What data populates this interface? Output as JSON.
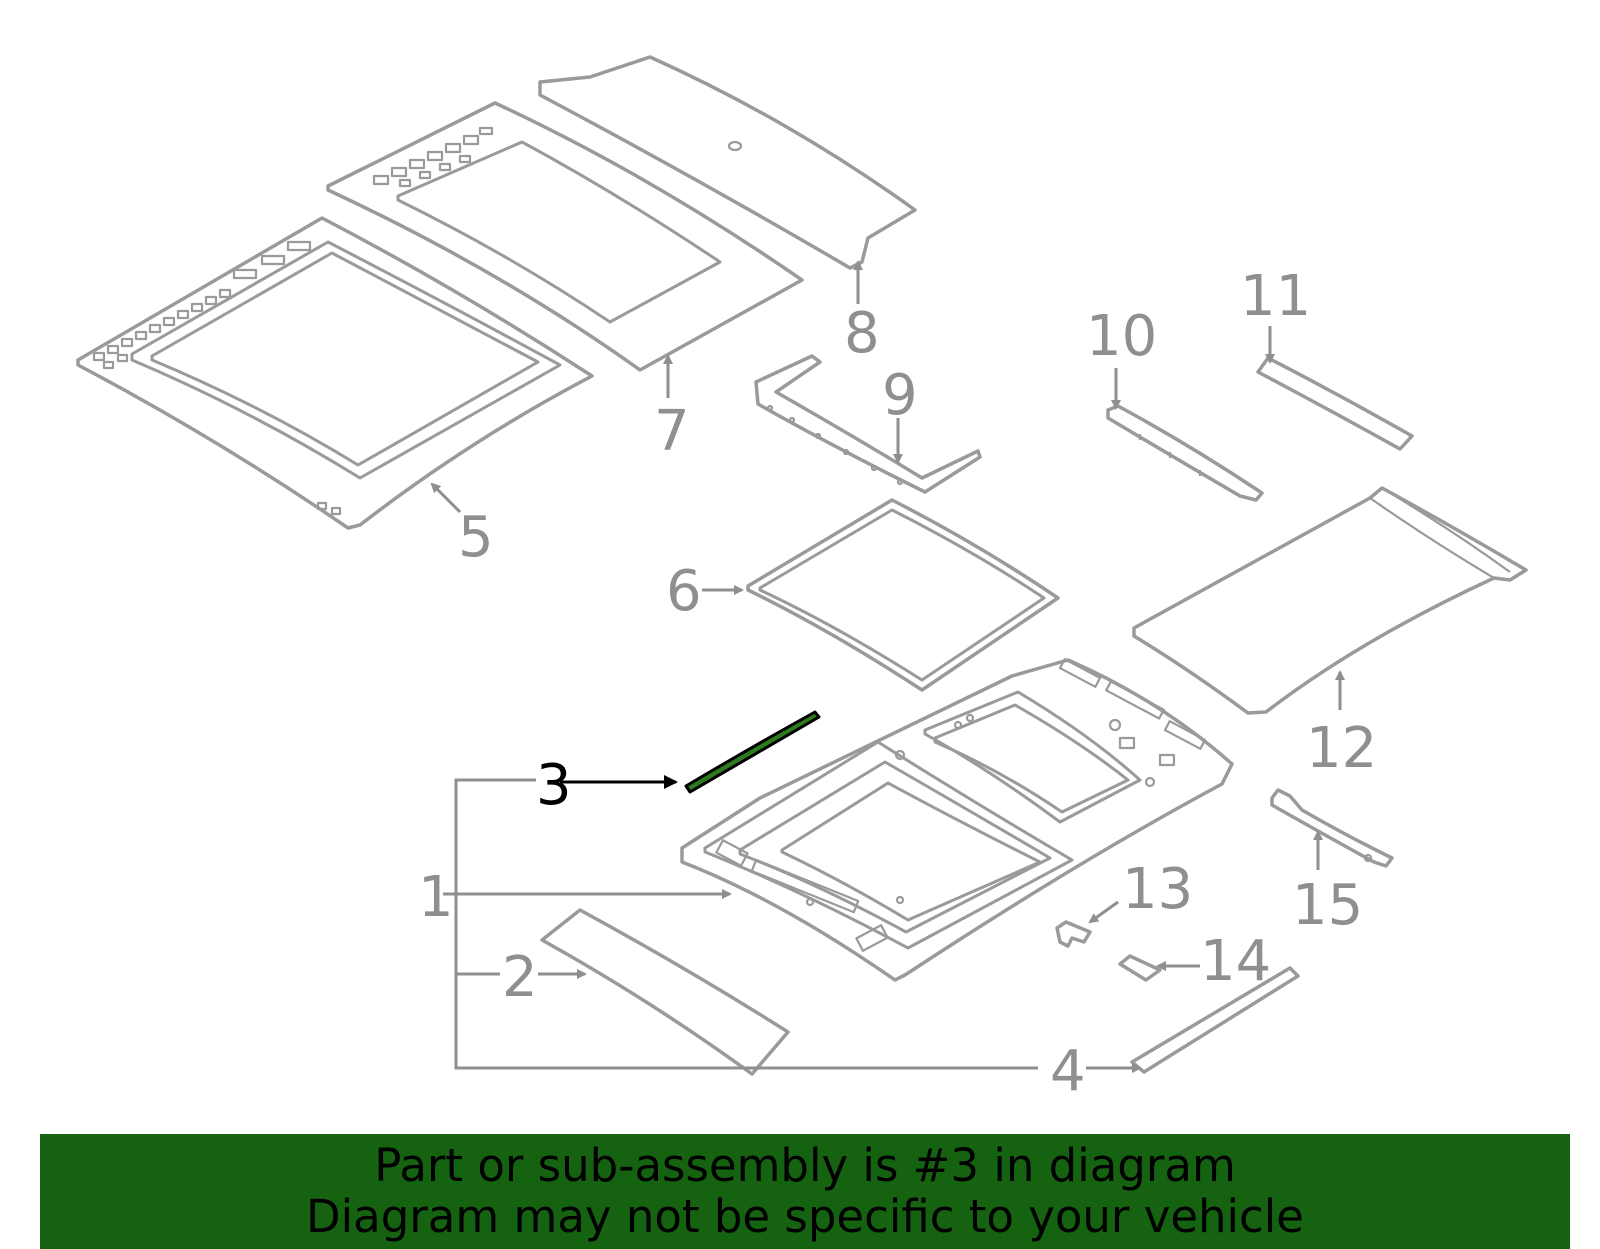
{
  "callouts": {
    "c1": "1",
    "c2": "2",
    "c3": "3",
    "c4": "4",
    "c5": "5",
    "c6": "6",
    "c7": "7",
    "c8": "8",
    "c9": "9",
    "c10": "10",
    "c11": "11",
    "c12": "12",
    "c13": "13",
    "c14": "14",
    "c15": "15"
  },
  "highlighted_part": "3",
  "colors": {
    "highlight_part": "#2d7a1f",
    "banner_background": "#156310",
    "part_outline": "#9a9a9a"
  },
  "banner": {
    "line1": "Part or sub-assembly is #3 in diagram",
    "line2": "Diagram may not be specific to your vehicle"
  }
}
